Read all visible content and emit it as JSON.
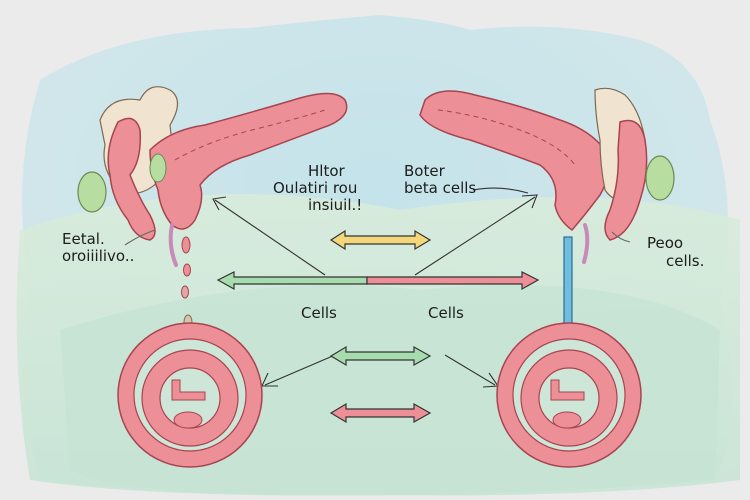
{
  "diagram": {
    "labels": {
      "center_left": [
        "Hltor",
        "Oulatiri rou",
        "insiuil.!"
      ],
      "center_right": [
        "Boter",
        "beta cells"
      ],
      "left_side": [
        "Eetal.",
        "oroiiilivo.."
      ],
      "right_side": [
        "Peoo",
        "cells."
      ],
      "cells_left": "Cells",
      "cells_right": "Cells"
    },
    "arrows": [
      {
        "id": "yellow-double-arrow",
        "color": "#f3d77a"
      },
      {
        "id": "long-green-red-arrow",
        "left_color": "#a6dcae",
        "right_color": "#ee8f98"
      },
      {
        "id": "green-double-arrow",
        "color": "#a6dcae"
      },
      {
        "id": "red-double-arrow",
        "color": "#ee8f98"
      }
    ],
    "colors": {
      "tissue": "#ec8f97",
      "tissue_stroke": "#a8444f",
      "gland": "#f0e3cf",
      "green_node": "#b8dda0",
      "blue_bar": "#6fbde0",
      "bg_top": "#cfe6ea",
      "bg_bottom": "#cbe5d6"
    }
  }
}
